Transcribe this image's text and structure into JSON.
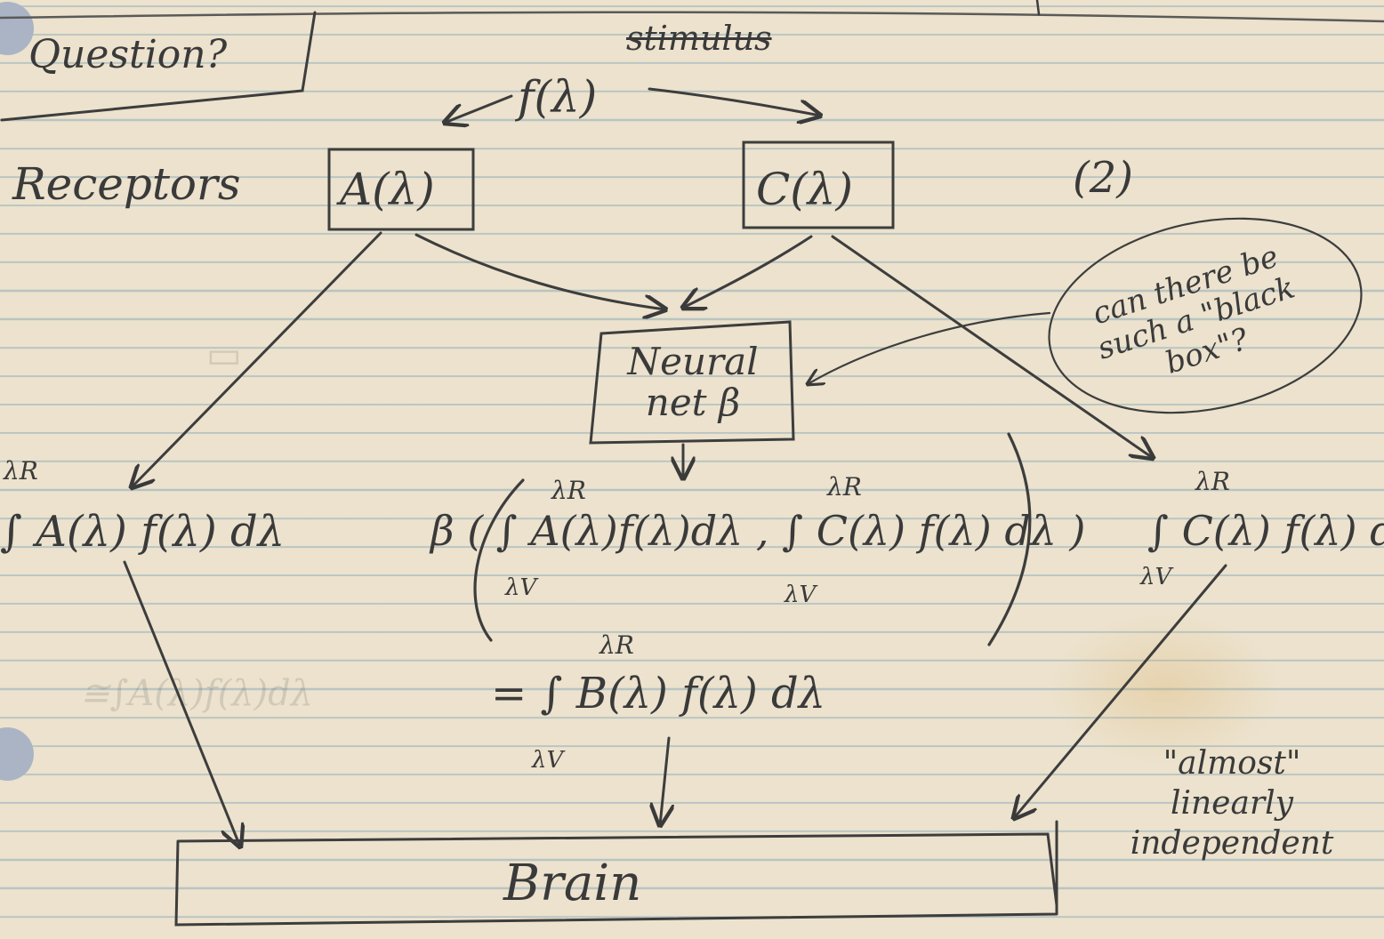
{
  "note": {
    "question": "Question?",
    "stimulus_label": "stimulus",
    "stimulus": "f(λ)",
    "receptors_label": "Receptors",
    "receptor_a": "A(λ)",
    "receptor_c": "C(λ)",
    "page_number": "(2)",
    "black_box_question": "can there be such a \"black box\"?",
    "neural_net": "Neural net β",
    "integral_a": "∫ A(λ) f(λ) dλ",
    "beta_expression": "β ( ∫ A(λ)f(λ)dλ , ∫ C(λ) f(λ) dλ )",
    "integral_c": "∫ C(λ) f(λ) dλ",
    "integral_b": "= ∫ B(λ) f(λ) dλ",
    "limit_upper": "λR",
    "limit_lower": "λV",
    "brain": "Brain",
    "annotation": "\"almost\" linearly independent"
  }
}
